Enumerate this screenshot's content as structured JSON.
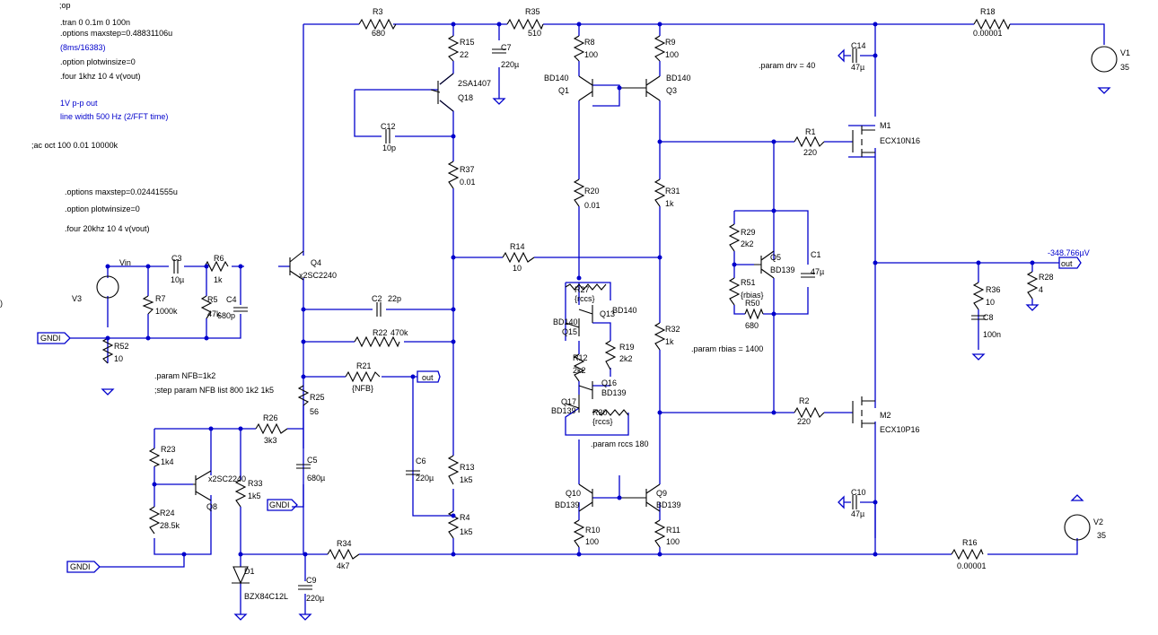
{
  "directives": {
    "op": ";op",
    "tran": ".tran 0 0.1m 0 100n",
    "maxstep1": ".options maxstep=0.48831106u",
    "ms": "(8ms/16383)",
    "plotwin1": ".option plotwinsize=0",
    "four1": ".four 1khz 10 4 v(vout)",
    "vpp": "1V p-p out",
    "lw": "line width 500 Hz (2/FFT time)",
    "ac": ";ac oct 100 0.01 10000k",
    "maxstep2": ".options maxstep=0.02441555u",
    "plotwin2": ".option plotwinsize=0",
    "four2": ".four 20khz 10 4 v(vout)",
    "drv": ".param drv = 40",
    "rbias": ".param rbias = 1400",
    "nfb": ".param NFB=1k2",
    "step": ";step param NFB list 800 1k2 1k5",
    "rccs": ".param rccs 180"
  },
  "components": [
    {
      "ref": "R3",
      "value": "680"
    },
    {
      "ref": "R35",
      "value": "510"
    },
    {
      "ref": "R18",
      "value": "0.00001"
    },
    {
      "ref": "V1",
      "value": "35"
    },
    {
      "ref": "C14",
      "value": "47µ"
    },
    {
      "ref": "R15",
      "value": "22"
    },
    {
      "ref": "C7",
      "value": "220µ"
    },
    {
      "ref": "Q18",
      "value": "2SA1407"
    },
    {
      "ref": "R8",
      "value": "100"
    },
    {
      "ref": "R9",
      "value": "100"
    },
    {
      "ref": "Q1",
      "value": "BD140"
    },
    {
      "ref": "Q3",
      "value": "BD140"
    },
    {
      "ref": "M1",
      "value": "ECX10N16"
    },
    {
      "ref": "R1",
      "value": "220"
    },
    {
      "ref": "C12",
      "value": "10p"
    },
    {
      "ref": "R37",
      "value": "0.01"
    },
    {
      "ref": "R20",
      "value": "0.01"
    },
    {
      "ref": "R31",
      "value": "1k"
    },
    {
      "ref": "R29",
      "value": "2k2"
    },
    {
      "ref": "Q5",
      "value": "BD139"
    },
    {
      "ref": "C1",
      "value": "47µ"
    },
    {
      "ref": "R51",
      "value": "{rbias}"
    },
    {
      "ref": "R50",
      "value": "680"
    },
    {
      "ref": "R14",
      "value": "10"
    },
    {
      "ref": "Q4",
      "value": "x2SC2240"
    },
    {
      "ref": "C3",
      "value": "10µ"
    },
    {
      "ref": "R6",
      "value": "1k"
    },
    {
      "ref": "R7",
      "value": "1000k"
    },
    {
      "ref": "R5",
      "value": "47k"
    },
    {
      "ref": "C4",
      "value": "680p"
    },
    {
      "ref": "V3",
      "value": ""
    },
    {
      "ref": "R52",
      "value": "10"
    },
    {
      "ref": "C2",
      "value": "22p"
    },
    {
      "ref": "R22",
      "value": "470k"
    },
    {
      "ref": "R21",
      "value": "{NFB}"
    },
    {
      "ref": "R27",
      "value": "{rccs}"
    },
    {
      "ref": "Q13",
      "value": "BD140"
    },
    {
      "ref": "Q15",
      "value": "BD140"
    },
    {
      "ref": "R19",
      "value": "2k2"
    },
    {
      "ref": "R12",
      "value": "2k2"
    },
    {
      "ref": "Q16",
      "value": "BD139"
    },
    {
      "ref": "Q17",
      "value": "BD139"
    },
    {
      "ref": "R30",
      "value": "{rccs}"
    },
    {
      "ref": "R32",
      "value": "1k"
    },
    {
      "ref": "R36",
      "value": "10"
    },
    {
      "ref": "C8",
      "value": "100n"
    },
    {
      "ref": "R28",
      "value": "4"
    },
    {
      "ref": "R25",
      "value": "56"
    },
    {
      "ref": "R26",
      "value": "3k3"
    },
    {
      "ref": "R23",
      "value": "1k4"
    },
    {
      "ref": "Q8",
      "value": "x2SC2240"
    },
    {
      "ref": "R33",
      "value": "1k5"
    },
    {
      "ref": "R24",
      "value": "28.5k"
    },
    {
      "ref": "C5",
      "value": "680µ"
    },
    {
      "ref": "C6",
      "value": "220µ"
    },
    {
      "ref": "R13",
      "value": "1k5"
    },
    {
      "ref": "R4",
      "value": "1k5"
    },
    {
      "ref": "Q10",
      "value": "BD139"
    },
    {
      "ref": "Q9",
      "value": "BD139"
    },
    {
      "ref": "R10",
      "value": "100"
    },
    {
      "ref": "R11",
      "value": "100"
    },
    {
      "ref": "R2",
      "value": "220"
    },
    {
      "ref": "M2",
      "value": "ECX10P16"
    },
    {
      "ref": "C10",
      "value": "47µ"
    },
    {
      "ref": "R16",
      "value": "0.00001"
    },
    {
      "ref": "V2",
      "value": "35"
    },
    {
      "ref": "R34",
      "value": "4k7"
    },
    {
      "ref": "D1",
      "value": "BZX84C12L"
    },
    {
      "ref": "C9",
      "value": "220µ"
    }
  ],
  "nets": {
    "vin": "Vin",
    "gndi": "GNDI",
    "out": "out",
    "out_voltage": "-348.766µV",
    "paren": ")"
  }
}
